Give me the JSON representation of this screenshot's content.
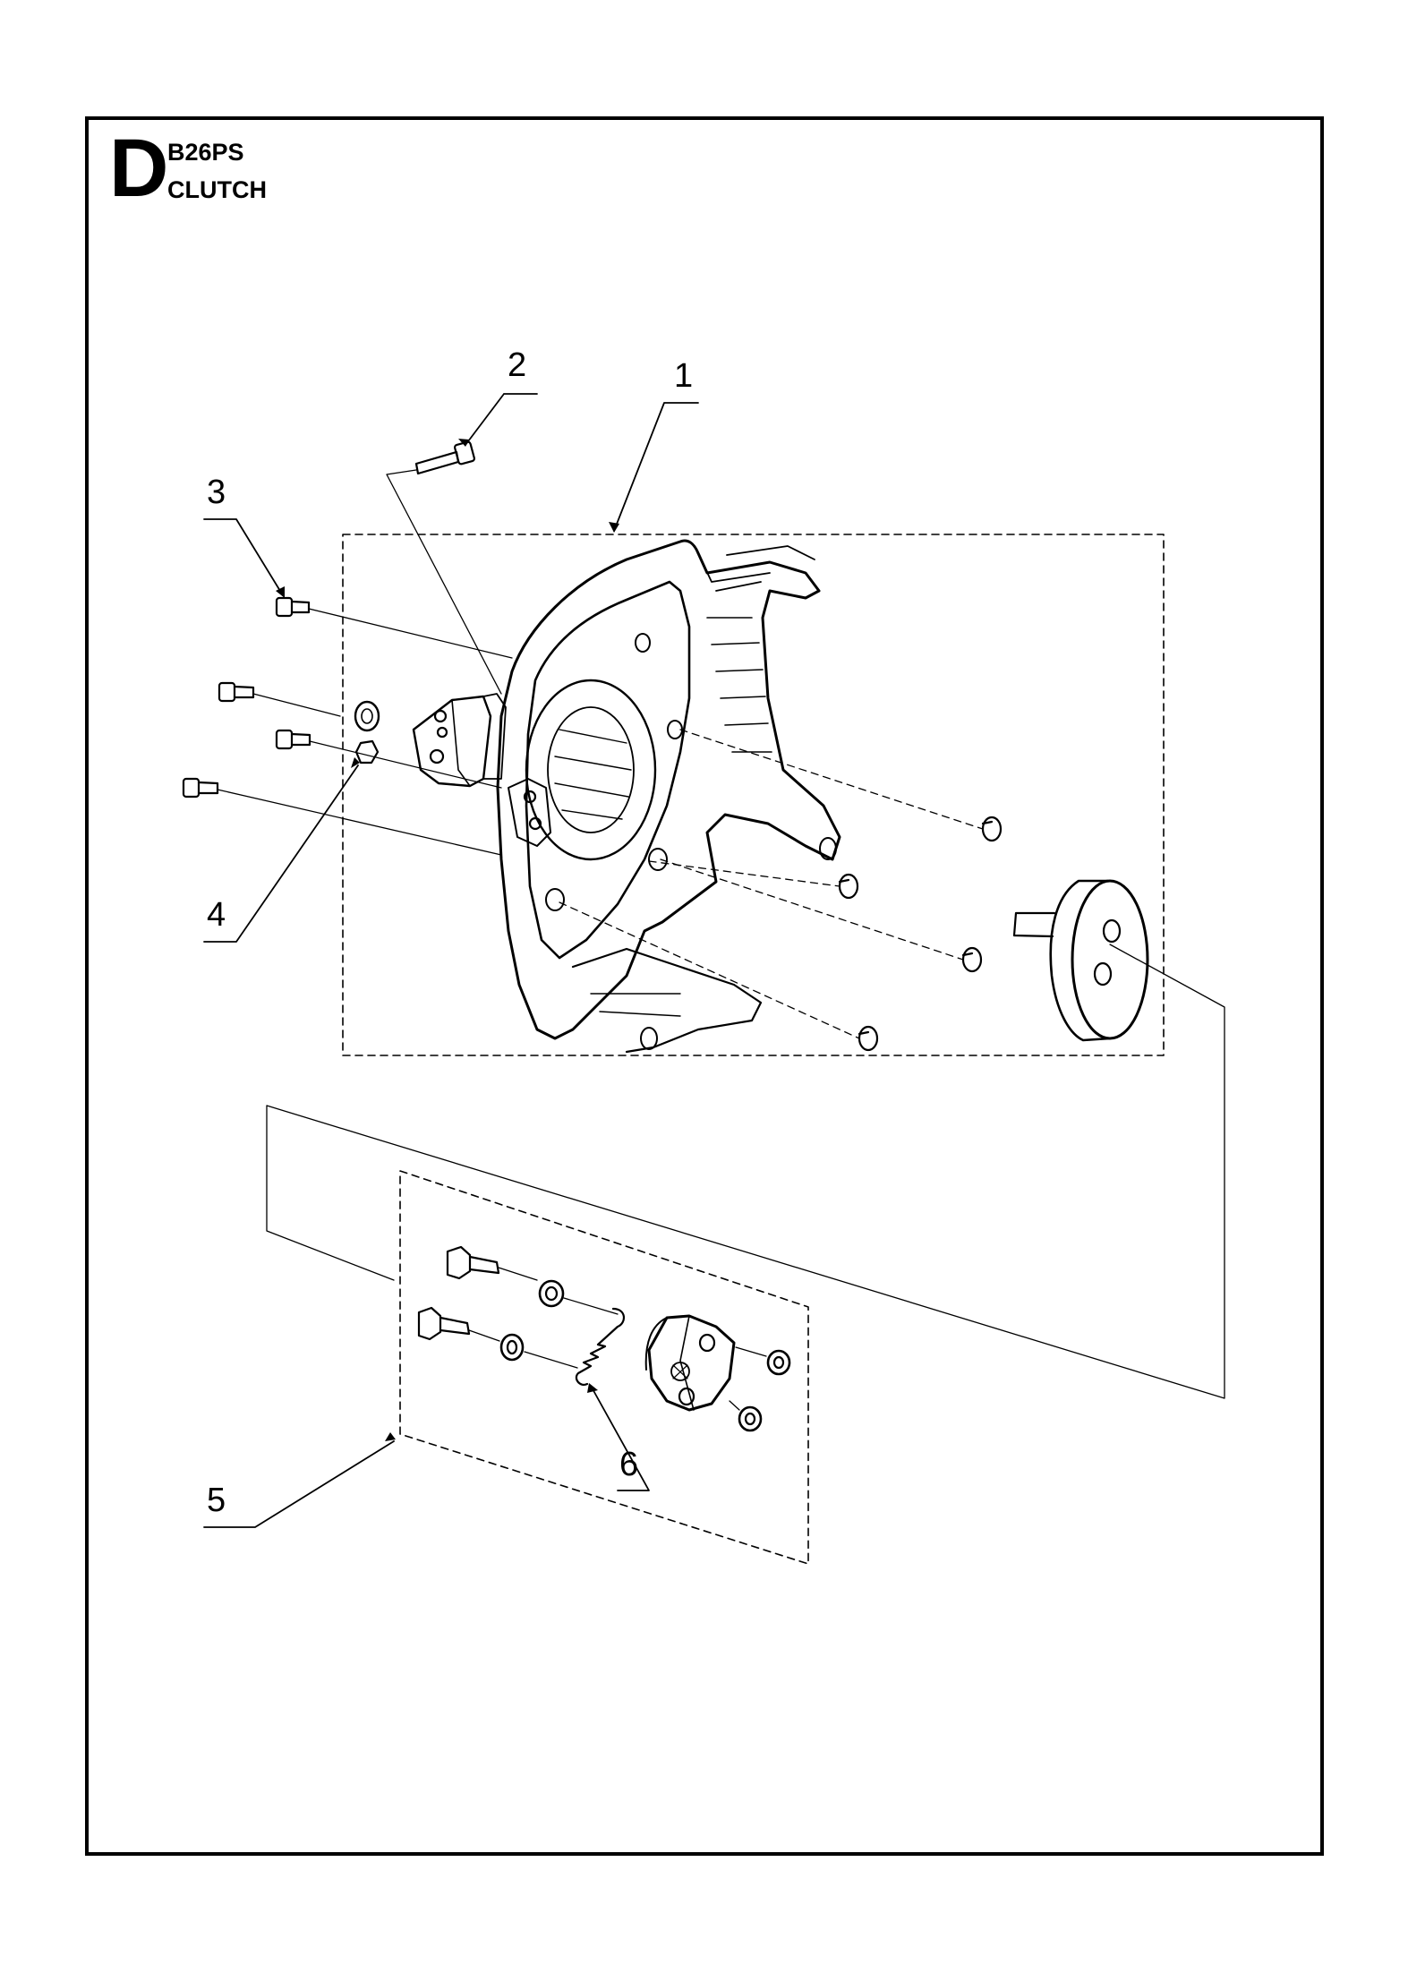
{
  "header": {
    "section_letter": "D",
    "model": "B26PS",
    "assembly": "CLUTCH"
  },
  "callouts": [
    {
      "id": "callout-1",
      "label": "1"
    },
    {
      "id": "callout-2",
      "label": "2"
    },
    {
      "id": "callout-3",
      "label": "3"
    },
    {
      "id": "callout-4",
      "label": "4"
    },
    {
      "id": "callout-5",
      "label": "5"
    },
    {
      "id": "callout-6",
      "label": "6"
    }
  ],
  "colors": {
    "ink": "#000000",
    "paper": "#ffffff"
  }
}
